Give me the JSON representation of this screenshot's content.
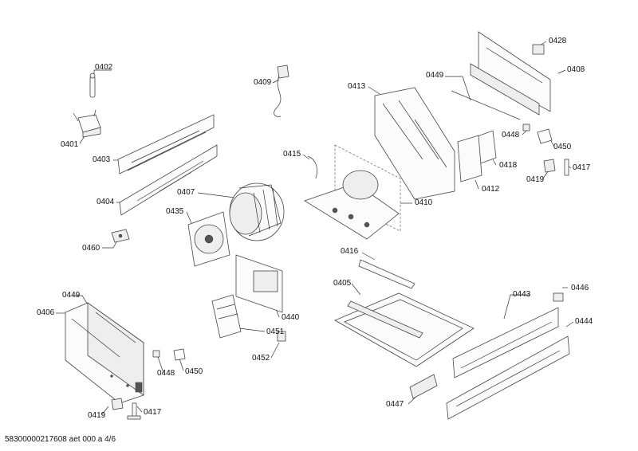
{
  "diagram": {
    "labels": [
      {
        "id": "0402",
        "text": "0402"
      },
      {
        "id": "0401",
        "text": "0401"
      },
      {
        "id": "0403",
        "text": "0403"
      },
      {
        "id": "0404",
        "text": "0404"
      },
      {
        "id": "0460",
        "text": "0460"
      },
      {
        "id": "0406",
        "text": "0406"
      },
      {
        "id": "0449a",
        "text": "0449"
      },
      {
        "id": "0448a",
        "text": "0448"
      },
      {
        "id": "0450a",
        "text": "0450"
      },
      {
        "id": "0419a",
        "text": "0419"
      },
      {
        "id": "0417a",
        "text": "0417"
      },
      {
        "id": "0409",
        "text": "0409"
      },
      {
        "id": "0407",
        "text": "0407"
      },
      {
        "id": "0435",
        "text": "0435"
      },
      {
        "id": "0440",
        "text": "0440"
      },
      {
        "id": "0451",
        "text": "0451"
      },
      {
        "id": "0452",
        "text": "0452"
      },
      {
        "id": "0413",
        "text": "0413"
      },
      {
        "id": "0415",
        "text": "0415"
      },
      {
        "id": "0410",
        "text": "0410"
      },
      {
        "id": "0416",
        "text": "0416"
      },
      {
        "id": "0405",
        "text": "0405"
      },
      {
        "id": "0447",
        "text": "0447"
      },
      {
        "id": "0443",
        "text": "0443"
      },
      {
        "id": "0446",
        "text": "0446"
      },
      {
        "id": "0444",
        "text": "0444"
      },
      {
        "id": "0449b",
        "text": "0449"
      },
      {
        "id": "0428",
        "text": "0428"
      },
      {
        "id": "0408",
        "text": "0408"
      },
      {
        "id": "0448b",
        "text": "0448"
      },
      {
        "id": "0450b",
        "text": "0450"
      },
      {
        "id": "0418",
        "text": "0418"
      },
      {
        "id": "0412",
        "text": "0412"
      },
      {
        "id": "0419b",
        "text": "0419"
      },
      {
        "id": "0417b",
        "text": "0417"
      }
    ],
    "footer": "58300000217608 aet 000 a 4/6"
  }
}
